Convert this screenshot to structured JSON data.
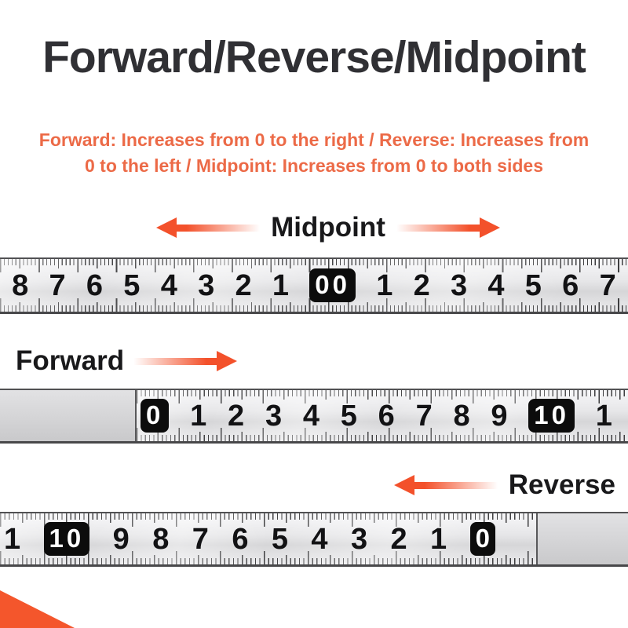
{
  "title": {
    "text": "Forward/Reverse/Midpoint"
  },
  "subtitle": {
    "line1": "Forward: Increases from 0 to the right / Reverse: Increases from",
    "line2": "0 to the left / Midpoint: Increases from 0 to both sides"
  },
  "sections": {
    "midpoint": {
      "label": "Midpoint"
    },
    "forward": {
      "label": "Forward"
    },
    "reverse": {
      "label": "Reverse"
    }
  },
  "rulers": {
    "midpoint": {
      "numbers": [
        {
          "v": "8"
        },
        {
          "v": "7"
        },
        {
          "v": "6"
        },
        {
          "v": "5"
        },
        {
          "v": "4"
        },
        {
          "v": "3"
        },
        {
          "v": "2"
        },
        {
          "v": "1"
        },
        {
          "v": "00",
          "boxed": true
        },
        {
          "v": "1"
        },
        {
          "v": "2"
        },
        {
          "v": "3"
        },
        {
          "v": "4"
        },
        {
          "v": "5"
        },
        {
          "v": "6"
        },
        {
          "v": "7"
        }
      ]
    },
    "forward": {
      "numbers": [
        {
          "v": "0",
          "boxed": true
        },
        {
          "v": "1"
        },
        {
          "v": "2"
        },
        {
          "v": "3"
        },
        {
          "v": "4"
        },
        {
          "v": "5"
        },
        {
          "v": "6"
        },
        {
          "v": "7"
        },
        {
          "v": "8"
        },
        {
          "v": "9"
        },
        {
          "v": "10",
          "boxed": true
        },
        {
          "v": "1"
        }
      ]
    },
    "reverse": {
      "numbers": [
        {
          "v": "1"
        },
        {
          "v": "10",
          "boxed": true
        },
        {
          "v": "9"
        },
        {
          "v": "8"
        },
        {
          "v": "7"
        },
        {
          "v": "6"
        },
        {
          "v": "5"
        },
        {
          "v": "4"
        },
        {
          "v": "3"
        },
        {
          "v": "2"
        },
        {
          "v": "1"
        },
        {
          "v": "0",
          "boxed": true
        }
      ]
    }
  },
  "colors": {
    "accent_orange": "#f3512b",
    "subtitle_orange": "#ec6a47",
    "title_dark": "#303034",
    "ruler_face_gray": "#e6e6e8",
    "tick_dark": "#3e3e40",
    "number_black": "#121214",
    "number_box_black": "#0c0c0c",
    "number_box_text": "#ffffff",
    "corner_triangle_orange": "#f4562c"
  },
  "icons": {
    "midpoint_left": "left-arrow-icon",
    "midpoint_right": "right-arrow-icon",
    "forward": "right-arrow-icon",
    "reverse": "left-arrow-icon",
    "corner": "corner-triangle-icon"
  }
}
